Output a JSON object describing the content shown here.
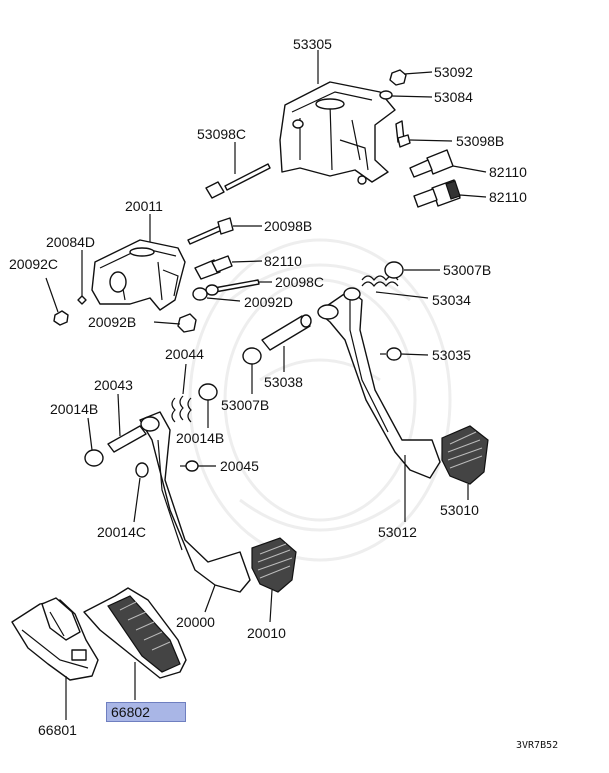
{
  "diagram": {
    "labels": {
      "p53305": "53305",
      "p53092": "53092",
      "p53084": "53084",
      "p53098c": "53098C",
      "p53098b": "53098B",
      "p82110a": "82110",
      "p82110b": "82110",
      "p20011": "20011",
      "p20098b": "20098B",
      "p20084d": "20084D",
      "p20092c": "20092C",
      "p82110c": "82110",
      "p20098c": "20098C",
      "p53007b_a": "53007B",
      "p20092d": "20092D",
      "p53034": "53034",
      "p20092b": "20092B",
      "p20044": "20044",
      "p53035": "53035",
      "p53038": "53038",
      "p20043": "20043",
      "p53007b_b": "53007B",
      "p20014b_a": "20014B",
      "p20014b_b": "20014B",
      "p20045": "20045",
      "p53010": "53010",
      "p53012": "53012",
      "p20014c": "20014C",
      "p20000": "20000",
      "p20010": "20010",
      "p66802": "66802",
      "p66801": "66801"
    },
    "diagram_code": "3VR7B52",
    "highlight_color": "#a9b6e6"
  }
}
